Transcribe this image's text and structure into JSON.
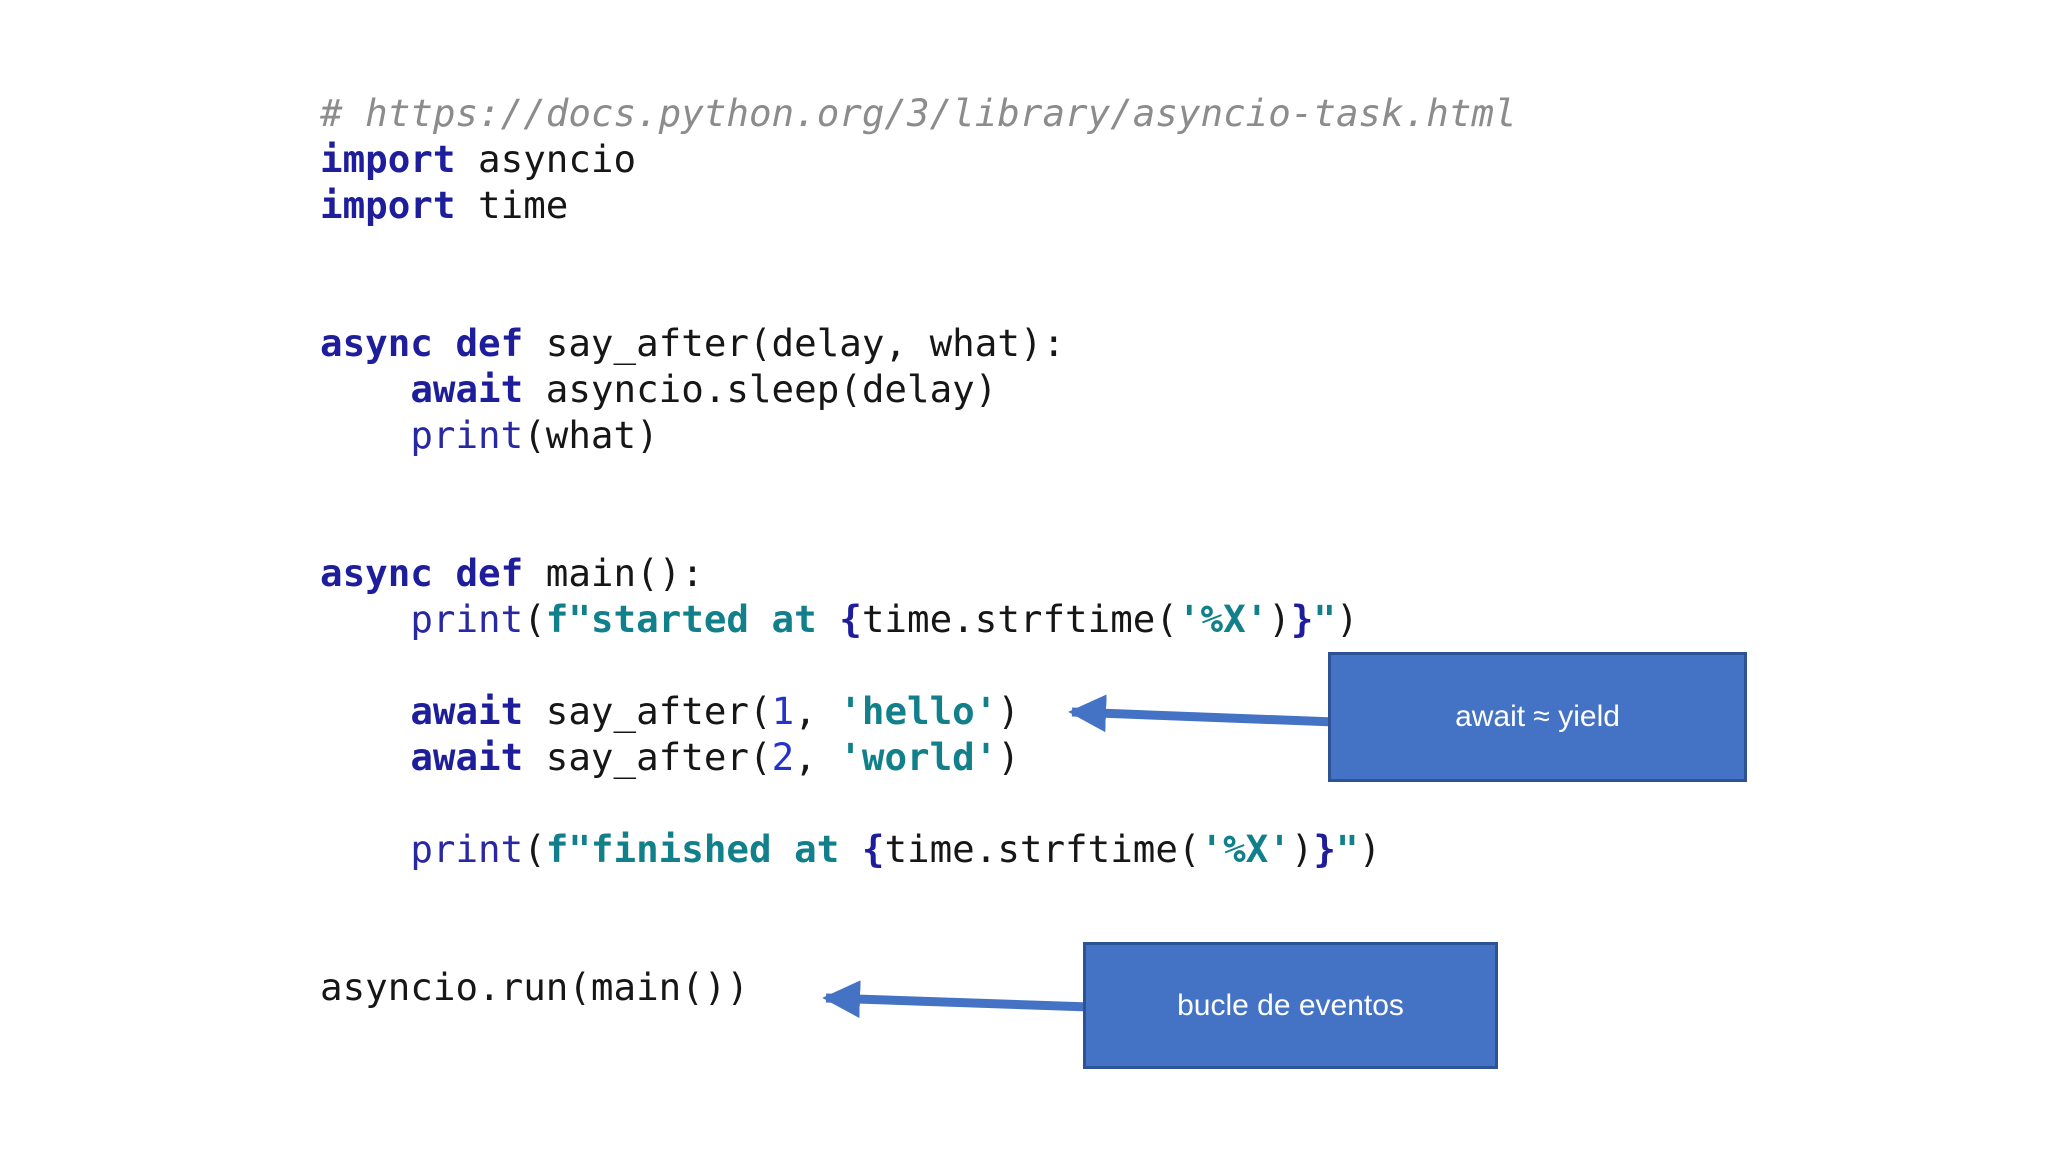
{
  "palette": {
    "tok-comment": "#8c8c8c",
    "tok-keyword": "#1e1e9c",
    "tok-builtin": "#2828a3",
    "tok-plain": "#161616",
    "tok-string": "#12808a",
    "tok-number": "#2433cc",
    "box-fill": "#4472c4",
    "box-border": "#2e5395",
    "arrow": "#4472c4"
  },
  "code": {
    "lines": [
      [
        {
          "t": "# https://docs.python.org/3/library/asyncio-task.html",
          "s": "comment"
        }
      ],
      [
        {
          "t": "import",
          "s": "keyword"
        },
        {
          "t": " asyncio",
          "s": "plain"
        }
      ],
      [
        {
          "t": "import",
          "s": "keyword"
        },
        {
          "t": " time",
          "s": "plain"
        }
      ],
      [],
      [],
      [
        {
          "t": "async",
          "s": "keyword"
        },
        {
          "t": " ",
          "s": "plain"
        },
        {
          "t": "def",
          "s": "keyword"
        },
        {
          "t": " say_after(delay, what):",
          "s": "plain"
        }
      ],
      [
        {
          "t": "    ",
          "s": "plain"
        },
        {
          "t": "await",
          "s": "keyword"
        },
        {
          "t": " asyncio.sleep(delay)",
          "s": "plain"
        }
      ],
      [
        {
          "t": "    ",
          "s": "plain"
        },
        {
          "t": "print",
          "s": "builtin"
        },
        {
          "t": "(what)",
          "s": "plain"
        }
      ],
      [],
      [],
      [
        {
          "t": "async",
          "s": "keyword"
        },
        {
          "t": " ",
          "s": "plain"
        },
        {
          "t": "def",
          "s": "keyword"
        },
        {
          "t": " main():",
          "s": "plain"
        }
      ],
      [
        {
          "t": "    ",
          "s": "plain"
        },
        {
          "t": "print",
          "s": "builtin"
        },
        {
          "t": "(",
          "s": "plain"
        },
        {
          "t": "f\"started at ",
          "s": "string"
        },
        {
          "t": "{",
          "s": "brace"
        },
        {
          "t": "time.strftime(",
          "s": "plain"
        },
        {
          "t": "'%X'",
          "s": "string"
        },
        {
          "t": ")",
          "s": "plain"
        },
        {
          "t": "}",
          "s": "brace"
        },
        {
          "t": "\"",
          "s": "string"
        },
        {
          "t": ")",
          "s": "plain"
        }
      ],
      [],
      [
        {
          "t": "    ",
          "s": "plain"
        },
        {
          "t": "await",
          "s": "keyword"
        },
        {
          "t": " say_after(",
          "s": "plain"
        },
        {
          "t": "1",
          "s": "number"
        },
        {
          "t": ", ",
          "s": "plain"
        },
        {
          "t": "'hello'",
          "s": "string"
        },
        {
          "t": ")",
          "s": "plain"
        }
      ],
      [
        {
          "t": "    ",
          "s": "plain"
        },
        {
          "t": "await",
          "s": "keyword"
        },
        {
          "t": " say_after(",
          "s": "plain"
        },
        {
          "t": "2",
          "s": "number"
        },
        {
          "t": ", ",
          "s": "plain"
        },
        {
          "t": "'world'",
          "s": "string"
        },
        {
          "t": ")",
          "s": "plain"
        }
      ],
      [],
      [
        {
          "t": "    ",
          "s": "plain"
        },
        {
          "t": "print",
          "s": "builtin"
        },
        {
          "t": "(",
          "s": "plain"
        },
        {
          "t": "f\"finished at ",
          "s": "string"
        },
        {
          "t": "{",
          "s": "brace"
        },
        {
          "t": "time.strftime(",
          "s": "plain"
        },
        {
          "t": "'%X'",
          "s": "string"
        },
        {
          "t": ")",
          "s": "plain"
        },
        {
          "t": "}",
          "s": "brace"
        },
        {
          "t": "\"",
          "s": "string"
        },
        {
          "t": ")",
          "s": "plain"
        }
      ],
      [],
      [],
      [
        {
          "t": "asyncio.run(main())",
          "s": "plain"
        }
      ]
    ]
  },
  "annotations": {
    "await_yield": {
      "label": "await ≈ yield"
    },
    "event_loop": {
      "label": "bucle de eventos"
    }
  }
}
